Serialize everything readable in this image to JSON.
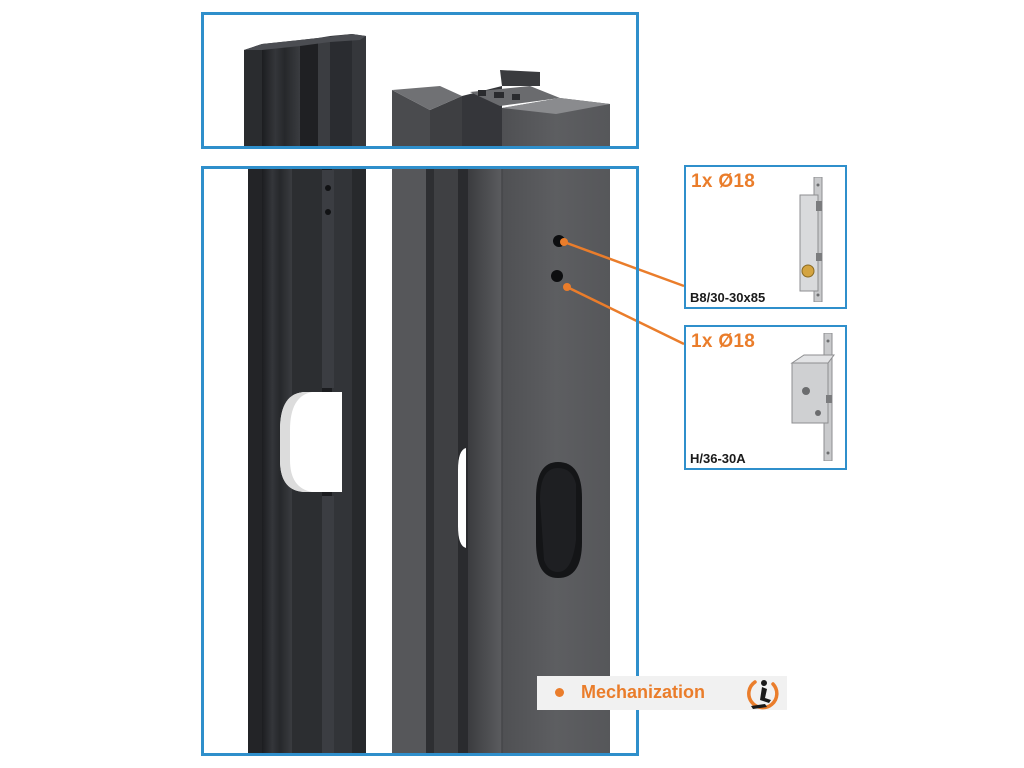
{
  "details": [
    {
      "hole_spec": "1x  Ø18",
      "lock_code": "B8/30-30x85"
    },
    {
      "hole_spec": "1x  Ø18",
      "lock_code": "H/36-30A"
    }
  ],
  "badge": {
    "label": "Mechanization",
    "icon": "mechanization-icon"
  },
  "colors": {
    "frame": "#2f8fcb",
    "accent": "#ea7d2b",
    "profile_dark": "#2b2d30",
    "profile_grey": "#5a5b5e"
  }
}
